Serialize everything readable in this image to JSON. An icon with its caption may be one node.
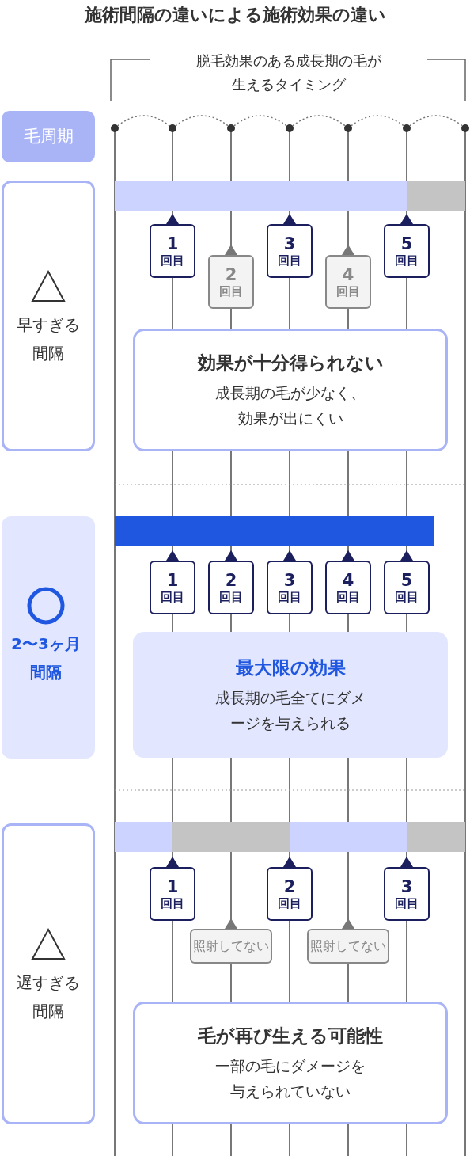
{
  "diagram": {
    "title": "施術間隔の違いによる施術効果の違い",
    "nodes": [
      {
        "text": [
          "毛周期"
        ]
      },
      {
        "text": [
          "早すぎる間隔"
        ]
      },
      {
        "text": [
          "1",
          "回目"
        ]
      },
      {
        "text": [
          "2",
          "回目"
        ]
      },
      {
        "text": [
          "3",
          "回目"
        ]
      },
      {
        "text": [
          "4",
          "回目"
        ]
      },
      {
        "text": [
          "5",
          "回目"
        ]
      },
      {
        "text": [
          "効果が十分得られない",
          "成長期の毛が少なく、効果が出にくい"
        ]
      },
      {
        "text": [
          "2〜3ヶ月間隔"
        ]
      },
      {
        "text": [
          "1",
          "回目"
        ]
      },
      {
        "text": [
          "2",
          "回目"
        ]
      },
      {
        "text": [
          "3",
          "回目"
        ]
      },
      {
        "text": [
          "4",
          "回目"
        ]
      },
      {
        "text": [
          "5",
          "回目"
        ]
      },
      {
        "text": [
          "最大限の効果",
          "成長期の毛全てにダメージを与えられる"
        ]
      },
      {
        "text": [
          "遅すぎる間隔"
        ]
      },
      {
        "text": [
          "1",
          "回目"
        ]
      },
      {
        "text": [
          "照射してない"
        ]
      },
      {
        "text": [
          "2",
          "回目"
        ]
      },
      {
        "text": [
          "照射してない"
        ]
      },
      {
        "text": [
          "3",
          "回目"
        ]
      },
      {
        "text": [
          "毛が再び生える可能性",
          "一部の毛にダメージを与えられていない"
        ]
      }
    ],
    "labels": [
      "脱毛効果のある成長期の毛が生えるタイミング"
    ]
  }
}
